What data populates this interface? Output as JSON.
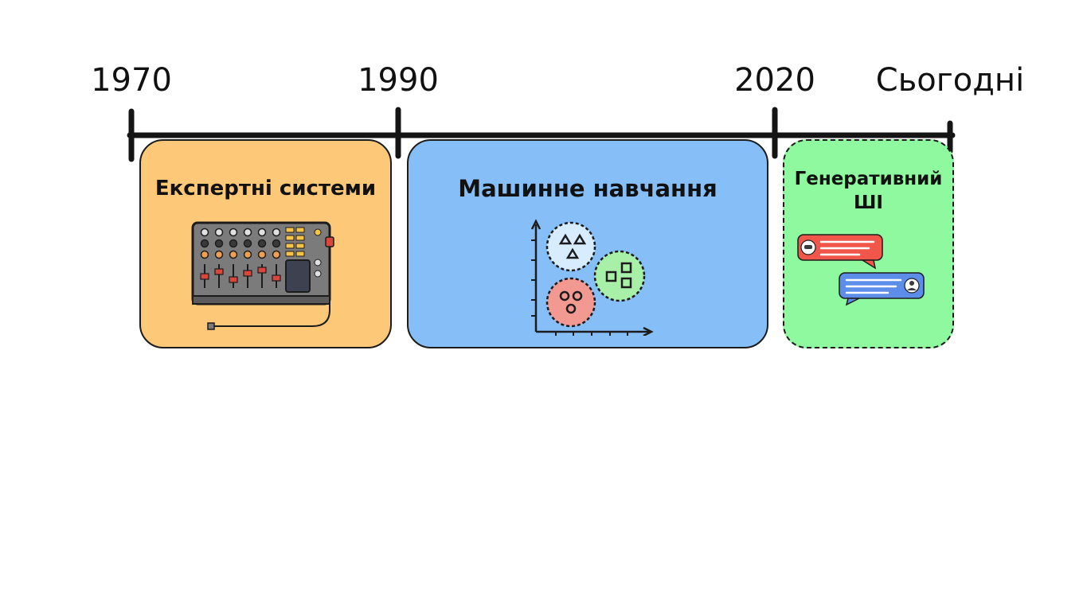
{
  "timeline": {
    "labels": [
      "1970",
      "1990",
      "2020",
      "Сьогодні"
    ]
  },
  "eras": [
    {
      "title": "Експертні системи",
      "color": "#fdc877",
      "illustration": "mixing-console-icon"
    },
    {
      "title": "Машинне навчання",
      "color": "#86bff8",
      "illustration": "clustering-chart-icon"
    },
    {
      "title": "Генеративний ШІ",
      "color": "#8ff99f",
      "illustration": "chat-bubbles-icon"
    }
  ],
  "colors": {
    "timeline_line": "#151515",
    "border": "#1c1c1c",
    "chat_bubble_ai": "#f0574a",
    "chat_bubble_user": "#5c8de8"
  }
}
